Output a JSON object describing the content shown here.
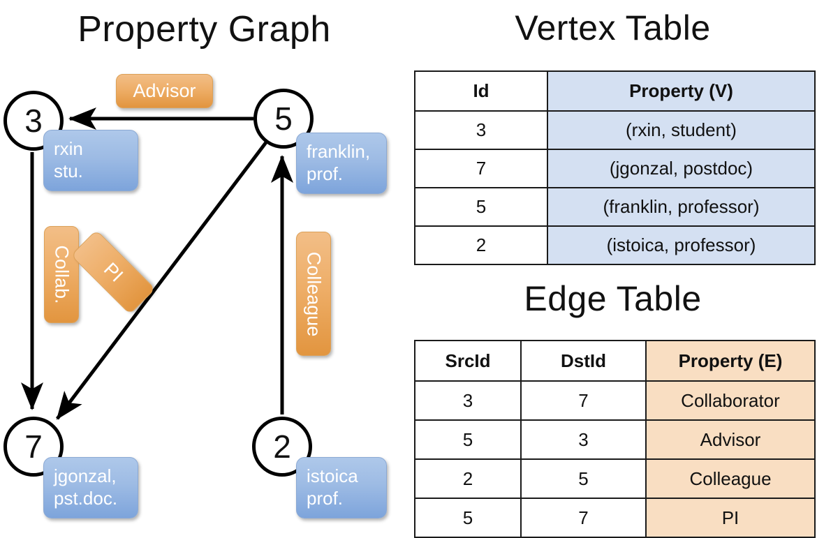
{
  "titles": {
    "property_graph": "Property Graph",
    "vertex_table": "Vertex Table",
    "edge_table": "Edge Table"
  },
  "graph": {
    "vertices": [
      {
        "id": "3",
        "property_label": "rxin\nstu."
      },
      {
        "id": "5",
        "property_label": "franklin,\nprof."
      },
      {
        "id": "7",
        "property_label": "jgonzal,\npst.doc."
      },
      {
        "id": "2",
        "property_label": "istoica\nprof."
      }
    ],
    "vertex_labels": {
      "v3_line1": "rxin",
      "v3_line2": "stu.",
      "v5_line1": "franklin,",
      "v5_line2": "prof.",
      "v7_line1": "jgonzal,",
      "v7_line2": "pst.doc.",
      "v2_line1": "istoica",
      "v2_line2": "prof."
    },
    "edge_labels": {
      "advisor": "Advisor",
      "collab": "Collab.",
      "pi": "PI",
      "colleague": "Colleague"
    },
    "edges": [
      {
        "src": "5",
        "dst": "3",
        "label": "Advisor"
      },
      {
        "src": "3",
        "dst": "7",
        "label": "Collab."
      },
      {
        "src": "5",
        "dst": "7",
        "label": "PI"
      },
      {
        "src": "2",
        "dst": "5",
        "label": "Colleague"
      }
    ]
  },
  "vertex_table": {
    "headers": {
      "id": "Id",
      "property": "Property (V)"
    },
    "rows": [
      {
        "id": "3",
        "property": "(rxin, student)"
      },
      {
        "id": "7",
        "property": "(jgonzal, postdoc)"
      },
      {
        "id": "5",
        "property": "(franklin, professor)"
      },
      {
        "id": "2",
        "property": "(istoica, professor)"
      }
    ]
  },
  "edge_table": {
    "headers": {
      "src": "SrcId",
      "dst": "DstId",
      "property": "Property (E)"
    },
    "rows": [
      {
        "src": "3",
        "dst": "7",
        "property": "Collaborator"
      },
      {
        "src": "5",
        "dst": "3",
        "property": "Advisor"
      },
      {
        "src": "2",
        "dst": "5",
        "property": "Colleague"
      },
      {
        "src": "5",
        "dst": "7",
        "property": "PI"
      }
    ]
  },
  "colors": {
    "vertex_property_blue": "#d4e0f2",
    "edge_property_orange": "#f9dec2",
    "node_box_blue": "#9dbbe4",
    "edge_box_orange": "#eeae68",
    "stroke": "#000000"
  }
}
